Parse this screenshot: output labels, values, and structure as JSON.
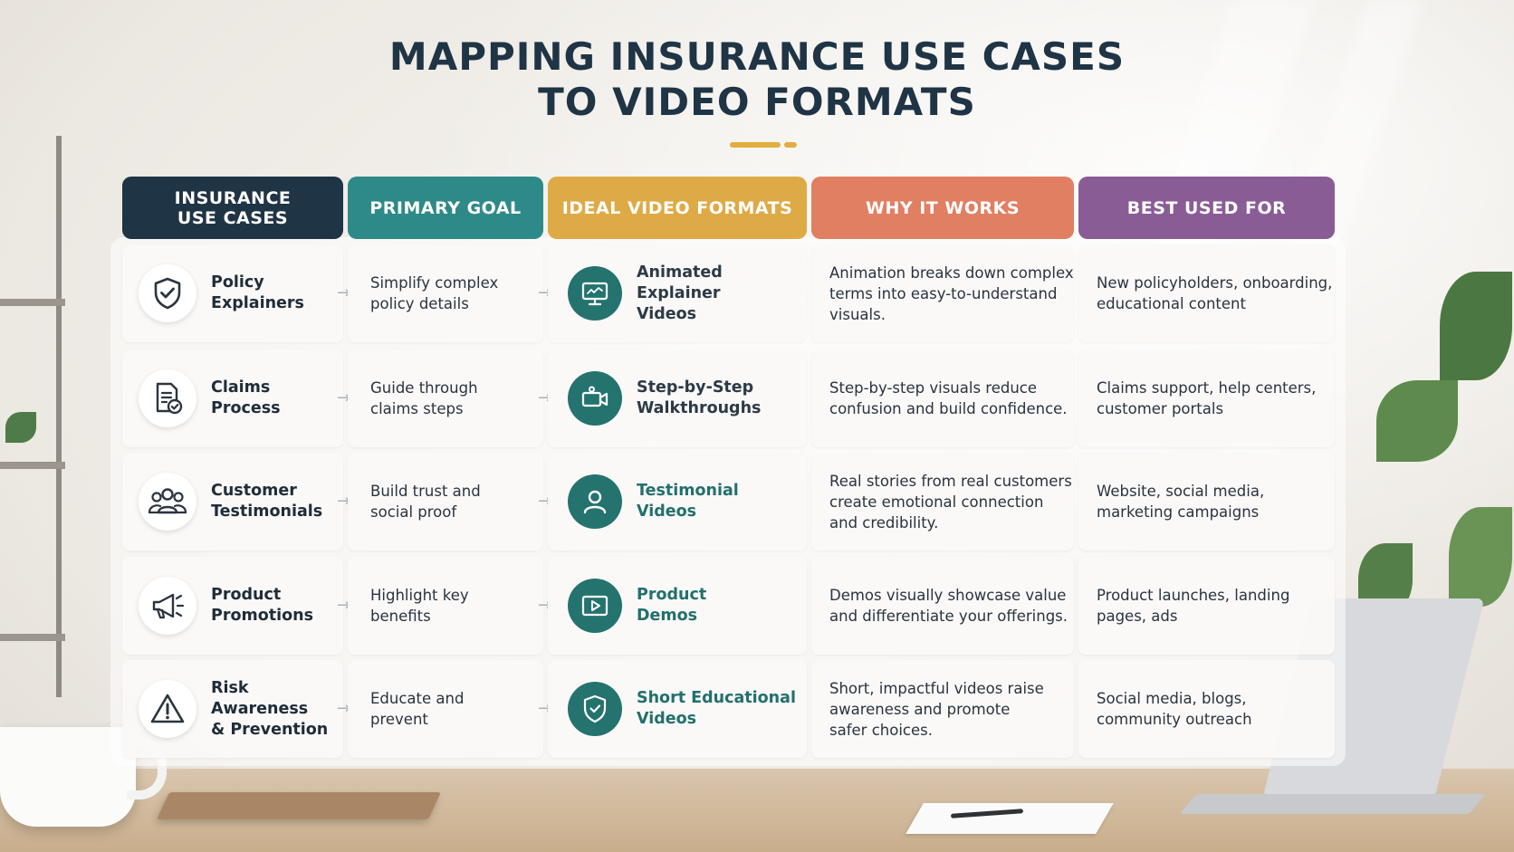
{
  "title": {
    "line1": "MAPPING INSURANCE USE CASES",
    "line2": "TO VIDEO FORMATS"
  },
  "colors": {
    "navy": "#1f3445",
    "teal": "#2e8a88",
    "gold": "#deaa45",
    "coral": "#e17f62",
    "purple": "#8a5c96",
    "format_teal": "#24736f"
  },
  "headers": {
    "use_case": "INSURANCE\nUSE CASES",
    "goal": "PRIMARY GOAL",
    "format": "IDEAL VIDEO FORMATS",
    "why": "WHY IT WORKS",
    "best": "BEST USED FOR"
  },
  "rows": [
    {
      "use_case": "Policy\nExplainers",
      "use_case_icon": "shield-check-icon",
      "goal": "Simplify complex\npolicy details",
      "format": "Animated Explainer\nVideos",
      "format_icon": "presentation-screen-icon",
      "format_highlight": false,
      "why": "Animation breaks down complex\nterms into easy-to-understand\nvisuals.",
      "best": "New policyholders, onboarding,\neducational content"
    },
    {
      "use_case": "Claims\nProcess",
      "use_case_icon": "document-check-icon",
      "goal": "Guide through\nclaims steps",
      "format": "Step-by-Step\nWalkthroughs",
      "format_icon": "video-camera-icon",
      "format_highlight": false,
      "why": "Step-by-step visuals reduce\nconfusion and build confidence.",
      "best": "Claims support, help centers,\ncustomer portals"
    },
    {
      "use_case": "Customer\nTestimonials",
      "use_case_icon": "people-group-icon",
      "goal": "Build trust and\nsocial proof",
      "format": "Testimonial\nVideos",
      "format_icon": "person-icon",
      "format_highlight": true,
      "why": "Real stories from real customers\ncreate emotional connection\nand credibility.",
      "best": "Website, social media,\nmarketing campaigns"
    },
    {
      "use_case": "Product\nPromotions",
      "use_case_icon": "megaphone-icon",
      "goal": "Highlight key\nbenefits",
      "format": "Product\nDemos",
      "format_icon": "play-screen-icon",
      "format_highlight": true,
      "why": "Demos visually showcase value\nand differentiate your offerings.",
      "best": "Product launches, landing\npages, ads"
    },
    {
      "use_case": "Risk Awareness\n& Prevention",
      "use_case_icon": "warning-triangle-icon",
      "goal": "Educate and\nprevent",
      "format": "Short Educational\nVideos",
      "format_icon": "shield-play-icon",
      "format_highlight": true,
      "why": "Short, impactful videos raise\nawareness and promote\nsafer choices.",
      "best": "Social media, blogs,\ncommunity outreach"
    }
  ]
}
